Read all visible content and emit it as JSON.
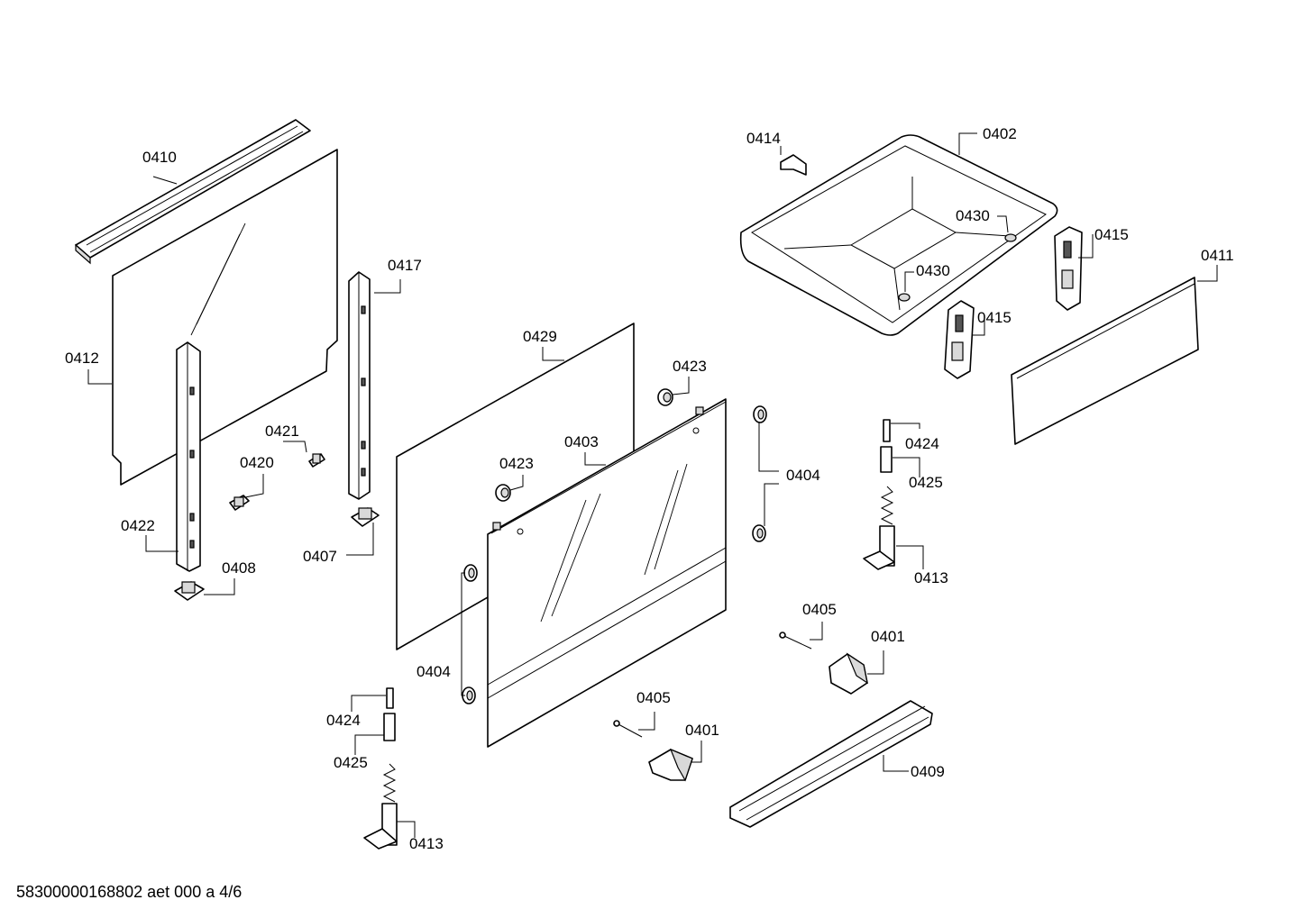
{
  "diagram": {
    "labels": {
      "p0401a": "0401",
      "p0401b": "0401",
      "p0402": "0402",
      "p0403": "0403",
      "p0404a": "0404",
      "p0404b": "0404",
      "p0405a": "0405",
      "p0405b": "0405",
      "p0407": "0407",
      "p0408": "0408",
      "p0409": "0409",
      "p0410": "0410",
      "p0411": "0411",
      "p0412": "0412",
      "p0413a": "0413",
      "p0413b": "0413",
      "p0414": "0414",
      "p0415a": "0415",
      "p0415b": "0415",
      "p0417": "0417",
      "p0420": "0420",
      "p0421": "0421",
      "p0422": "0422",
      "p0423a": "0423",
      "p0423b": "0423",
      "p0424a": "0424",
      "p0424b": "0424",
      "p0425a": "0425",
      "p0425b": "0425",
      "p0429": "0429",
      "p0430a": "0430",
      "p0430b": "0430"
    }
  },
  "footer": {
    "code": "58300000168802 aet 000 a 4/6"
  }
}
